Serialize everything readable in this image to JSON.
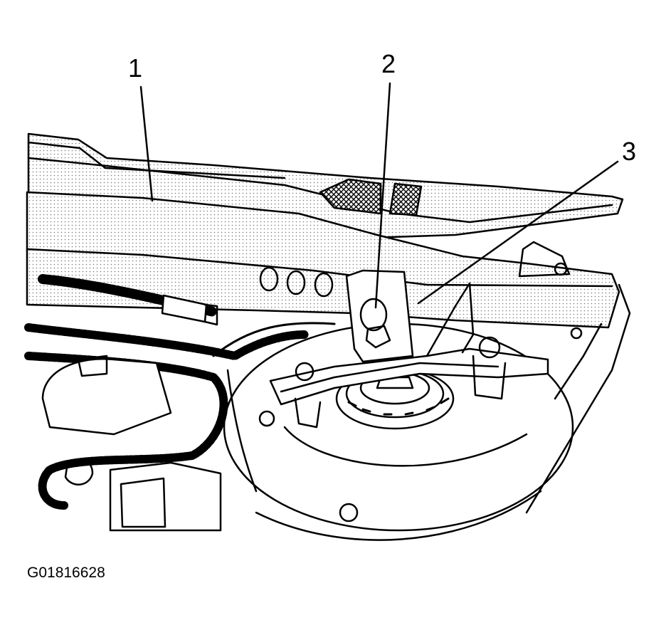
{
  "callouts": {
    "one": "1",
    "two": "2",
    "three": "3"
  },
  "figure_code": "G01816628",
  "colors": {
    "line": "#000000",
    "background": "#ffffff",
    "stipple": "#7a7a7a"
  }
}
